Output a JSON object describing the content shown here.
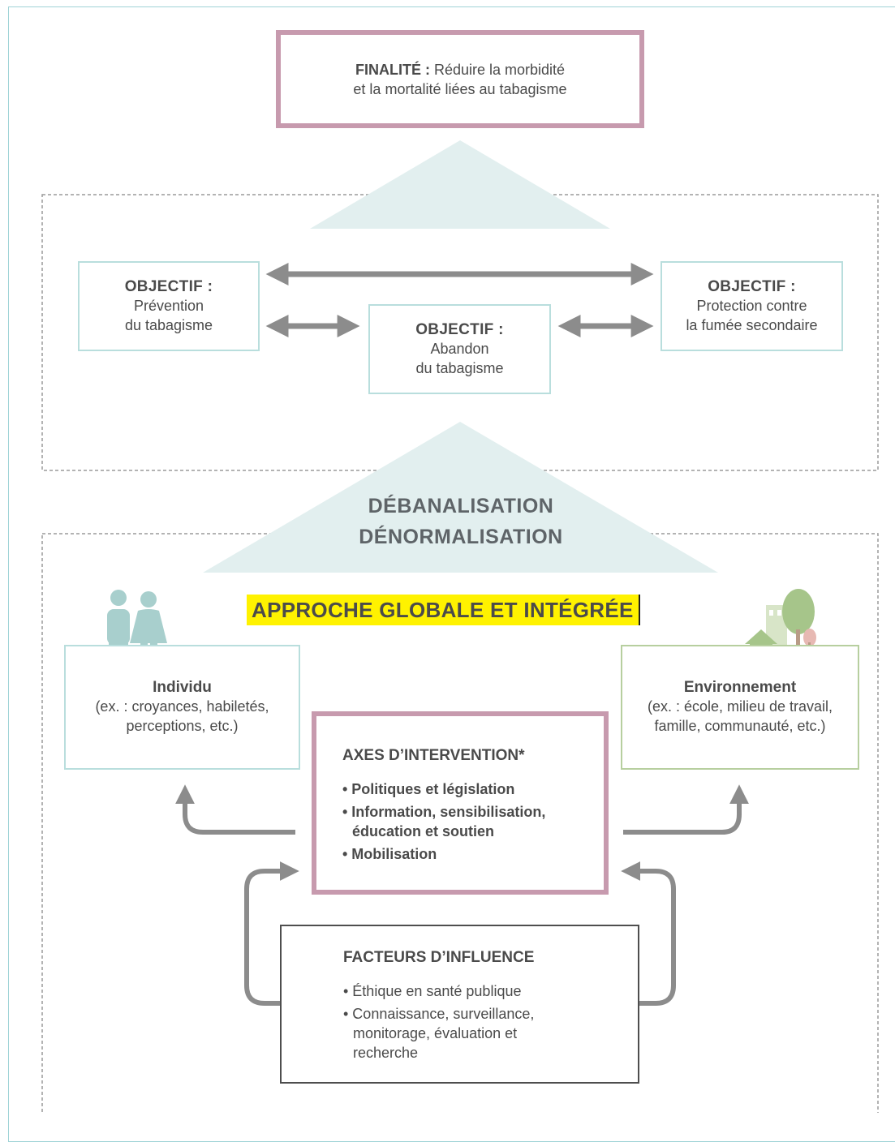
{
  "finalite": {
    "label": "FINALITÉ :",
    "line1": " Réduire la morbidité",
    "line2": "et la mortalité liées au tabagisme"
  },
  "objectifs": [
    {
      "title": "OBJECTIF :",
      "line1": "Prévention",
      "line2": "du tabagisme"
    },
    {
      "title": "OBJECTIF :",
      "line1": "Abandon",
      "line2": "du tabagisme"
    },
    {
      "title": "OBJECTIF :",
      "line1": "Protection contre",
      "line2": "la fumée secondaire"
    }
  ],
  "pyramid": {
    "line1": "DÉBANALISATION",
    "line2": "DÉNORMALISATION"
  },
  "approche": "APPROCHE GLOBALE ET INTÉGRÉE",
  "individu": {
    "title": "Individu",
    "line1": "(ex. : croyances, habiletés,",
    "line2": "perceptions, etc.)"
  },
  "environnement": {
    "title": "Environnement",
    "line1": "(ex. : école, milieu de travail,",
    "line2": "famille, communauté, etc.)"
  },
  "axes": {
    "title": "AXES D’INTERVENTION*",
    "items": [
      "• Politiques et législation",
      "• Information, sensibilisation, éducation et soutien",
      "• Mobilisation"
    ]
  },
  "facteurs": {
    "title": "FACTEURS D’INFLUENCE",
    "items": [
      "• Éthique en santé publique",
      "• Connaissance, surveillance, monitorage, évaluation et recherche"
    ]
  },
  "colors": {
    "teal_border": "#b9dedd",
    "pyramid_fill": "#e2efef",
    "pink_border": "#c79aae",
    "arrow_gray": "#8c8c8c",
    "highlight": "#fff200"
  },
  "icons": [
    "people-icon",
    "house-tree-icon"
  ]
}
